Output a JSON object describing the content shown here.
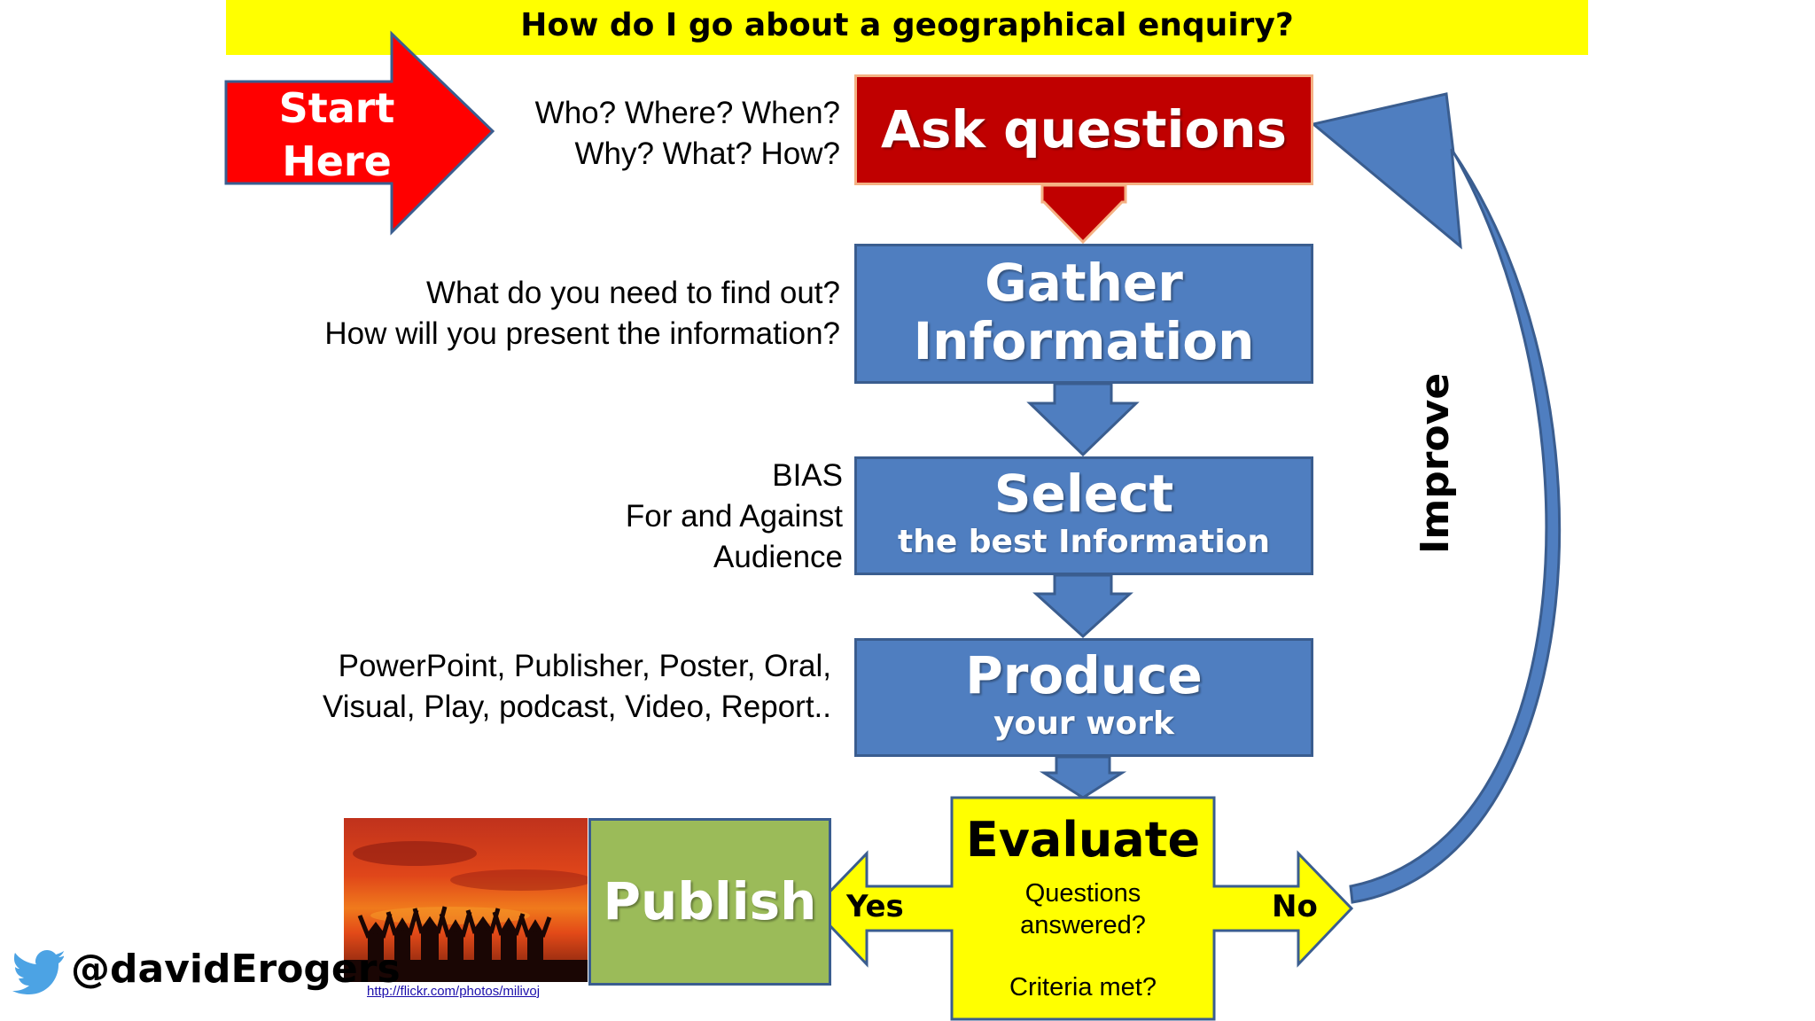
{
  "title": "How do I go about a geographical enquiry?",
  "start": {
    "line1": "Start",
    "line2": "Here"
  },
  "steps": {
    "ask": {
      "title": "Ask questions",
      "note": [
        "Who? Where? When?",
        "Why? What? How?"
      ]
    },
    "gather": {
      "title1": "Gather",
      "title2": "Information",
      "note": [
        "What do you need to find out?",
        "How will you present the information?"
      ]
    },
    "select": {
      "title": "Select",
      "subtitle": "the best Information",
      "note": [
        "BIAS",
        "For and Against",
        "Audience"
      ]
    },
    "produce": {
      "title": "Produce",
      "subtitle": "your work",
      "note": [
        "PowerPoint, Publisher, Poster, Oral,",
        "Visual, Play, podcast, Video, Report.."
      ]
    },
    "evaluate": {
      "title": "Evaluate",
      "q1": "Questions",
      "q2": "answered?",
      "q3": "Criteria met?"
    },
    "publish": {
      "title": "Publish"
    }
  },
  "branches": {
    "yes": "Yes",
    "no": "No",
    "loop": "Improve"
  },
  "photo_credit": "http://flickr.com/photos/milivoj",
  "twitter_handle": "@davidErogers",
  "icons": [
    "twitter-bird-icon"
  ],
  "colors": {
    "title_bg": "#ffff00",
    "ask_red": "#c00000",
    "step_blue": "#4f7ec0",
    "evaluate_yellow": "#ffff00",
    "publish_green": "#9bbb59",
    "start_red": "#ff0000"
  }
}
